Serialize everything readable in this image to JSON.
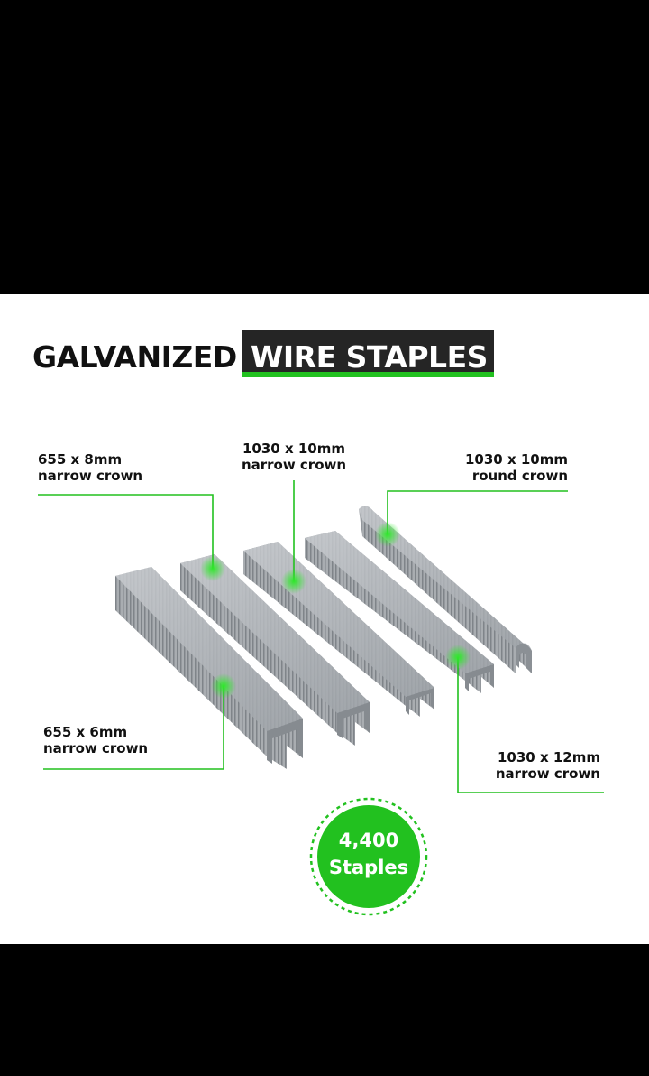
{
  "title": {
    "left": "GALVANIZED",
    "right": "WIRE STAPLES"
  },
  "labels": [
    {
      "line1": "655 x 8mm",
      "line2": "narrow crown"
    },
    {
      "line1": "1030 x 10mm",
      "line2": "narrow crown"
    },
    {
      "line1": "1030 x 10mm",
      "line2": "round crown"
    },
    {
      "line1": "655 x 6mm",
      "line2": "narrow crown"
    },
    {
      "line1": "1030 x 12mm",
      "line2": "narrow crown"
    }
  ],
  "badge": {
    "line1": "4,400",
    "line2": "Staples"
  },
  "colors": {
    "accent": "#22c11f",
    "dark": "#252525",
    "background_outer": "#000000",
    "panel": "#ffffff"
  }
}
